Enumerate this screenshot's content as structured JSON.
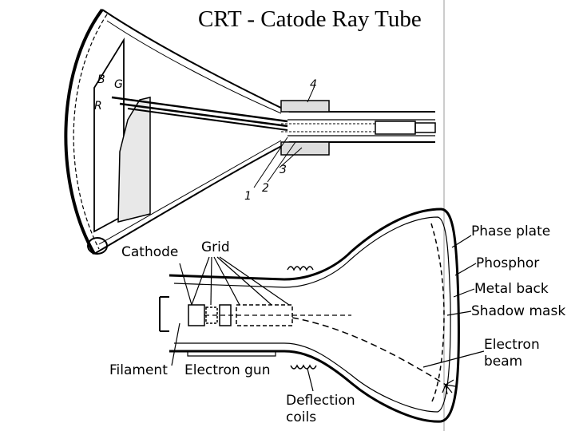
{
  "title": "CRT - Catode Ray Tube",
  "top_figure": {
    "gun_letters": {
      "b": "B",
      "g": "G",
      "r": "R"
    },
    "callouts": {
      "n1": "1",
      "n2": "2",
      "n3": "3",
      "n4": "4"
    }
  },
  "bottom_figure": {
    "labels": {
      "cathode": "Cathode",
      "grid": "Grid",
      "filament": "Filament",
      "electron_gun": "Electron gun",
      "deflection_coils_line1": "Deflection",
      "deflection_coils_line2": "coils",
      "phase_plate": "Phase plate",
      "phosphor": "Phosphor",
      "metal_back": "Metal back",
      "shadow_mask": "Shadow mask",
      "electron_beam_line1": "Electron",
      "electron_beam_line2": "beam"
    }
  }
}
